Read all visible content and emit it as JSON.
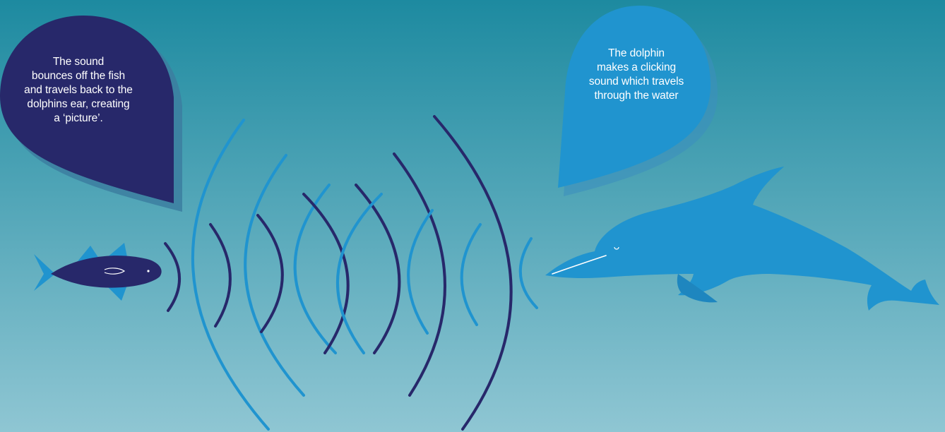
{
  "colors": {
    "background_top": "#1d8aa0",
    "background_bottom": "#8fc6d3",
    "navy": "#27286a",
    "light_blue": "#2094cf",
    "bubble_shadow": "#3c7ea0"
  },
  "fish_bubble": {
    "lines": [
      "The sound",
      "bounces off the fish",
      "and travels back to the",
      "dolphins ear, creating",
      "a ‘picture’."
    ]
  },
  "dolphin_bubble": {
    "lines": [
      "The dolphin",
      "makes a clicking",
      "sound which travels",
      "through the water"
    ]
  },
  "icons": {
    "fish": "fish-icon",
    "dolphin": "dolphin-icon"
  }
}
